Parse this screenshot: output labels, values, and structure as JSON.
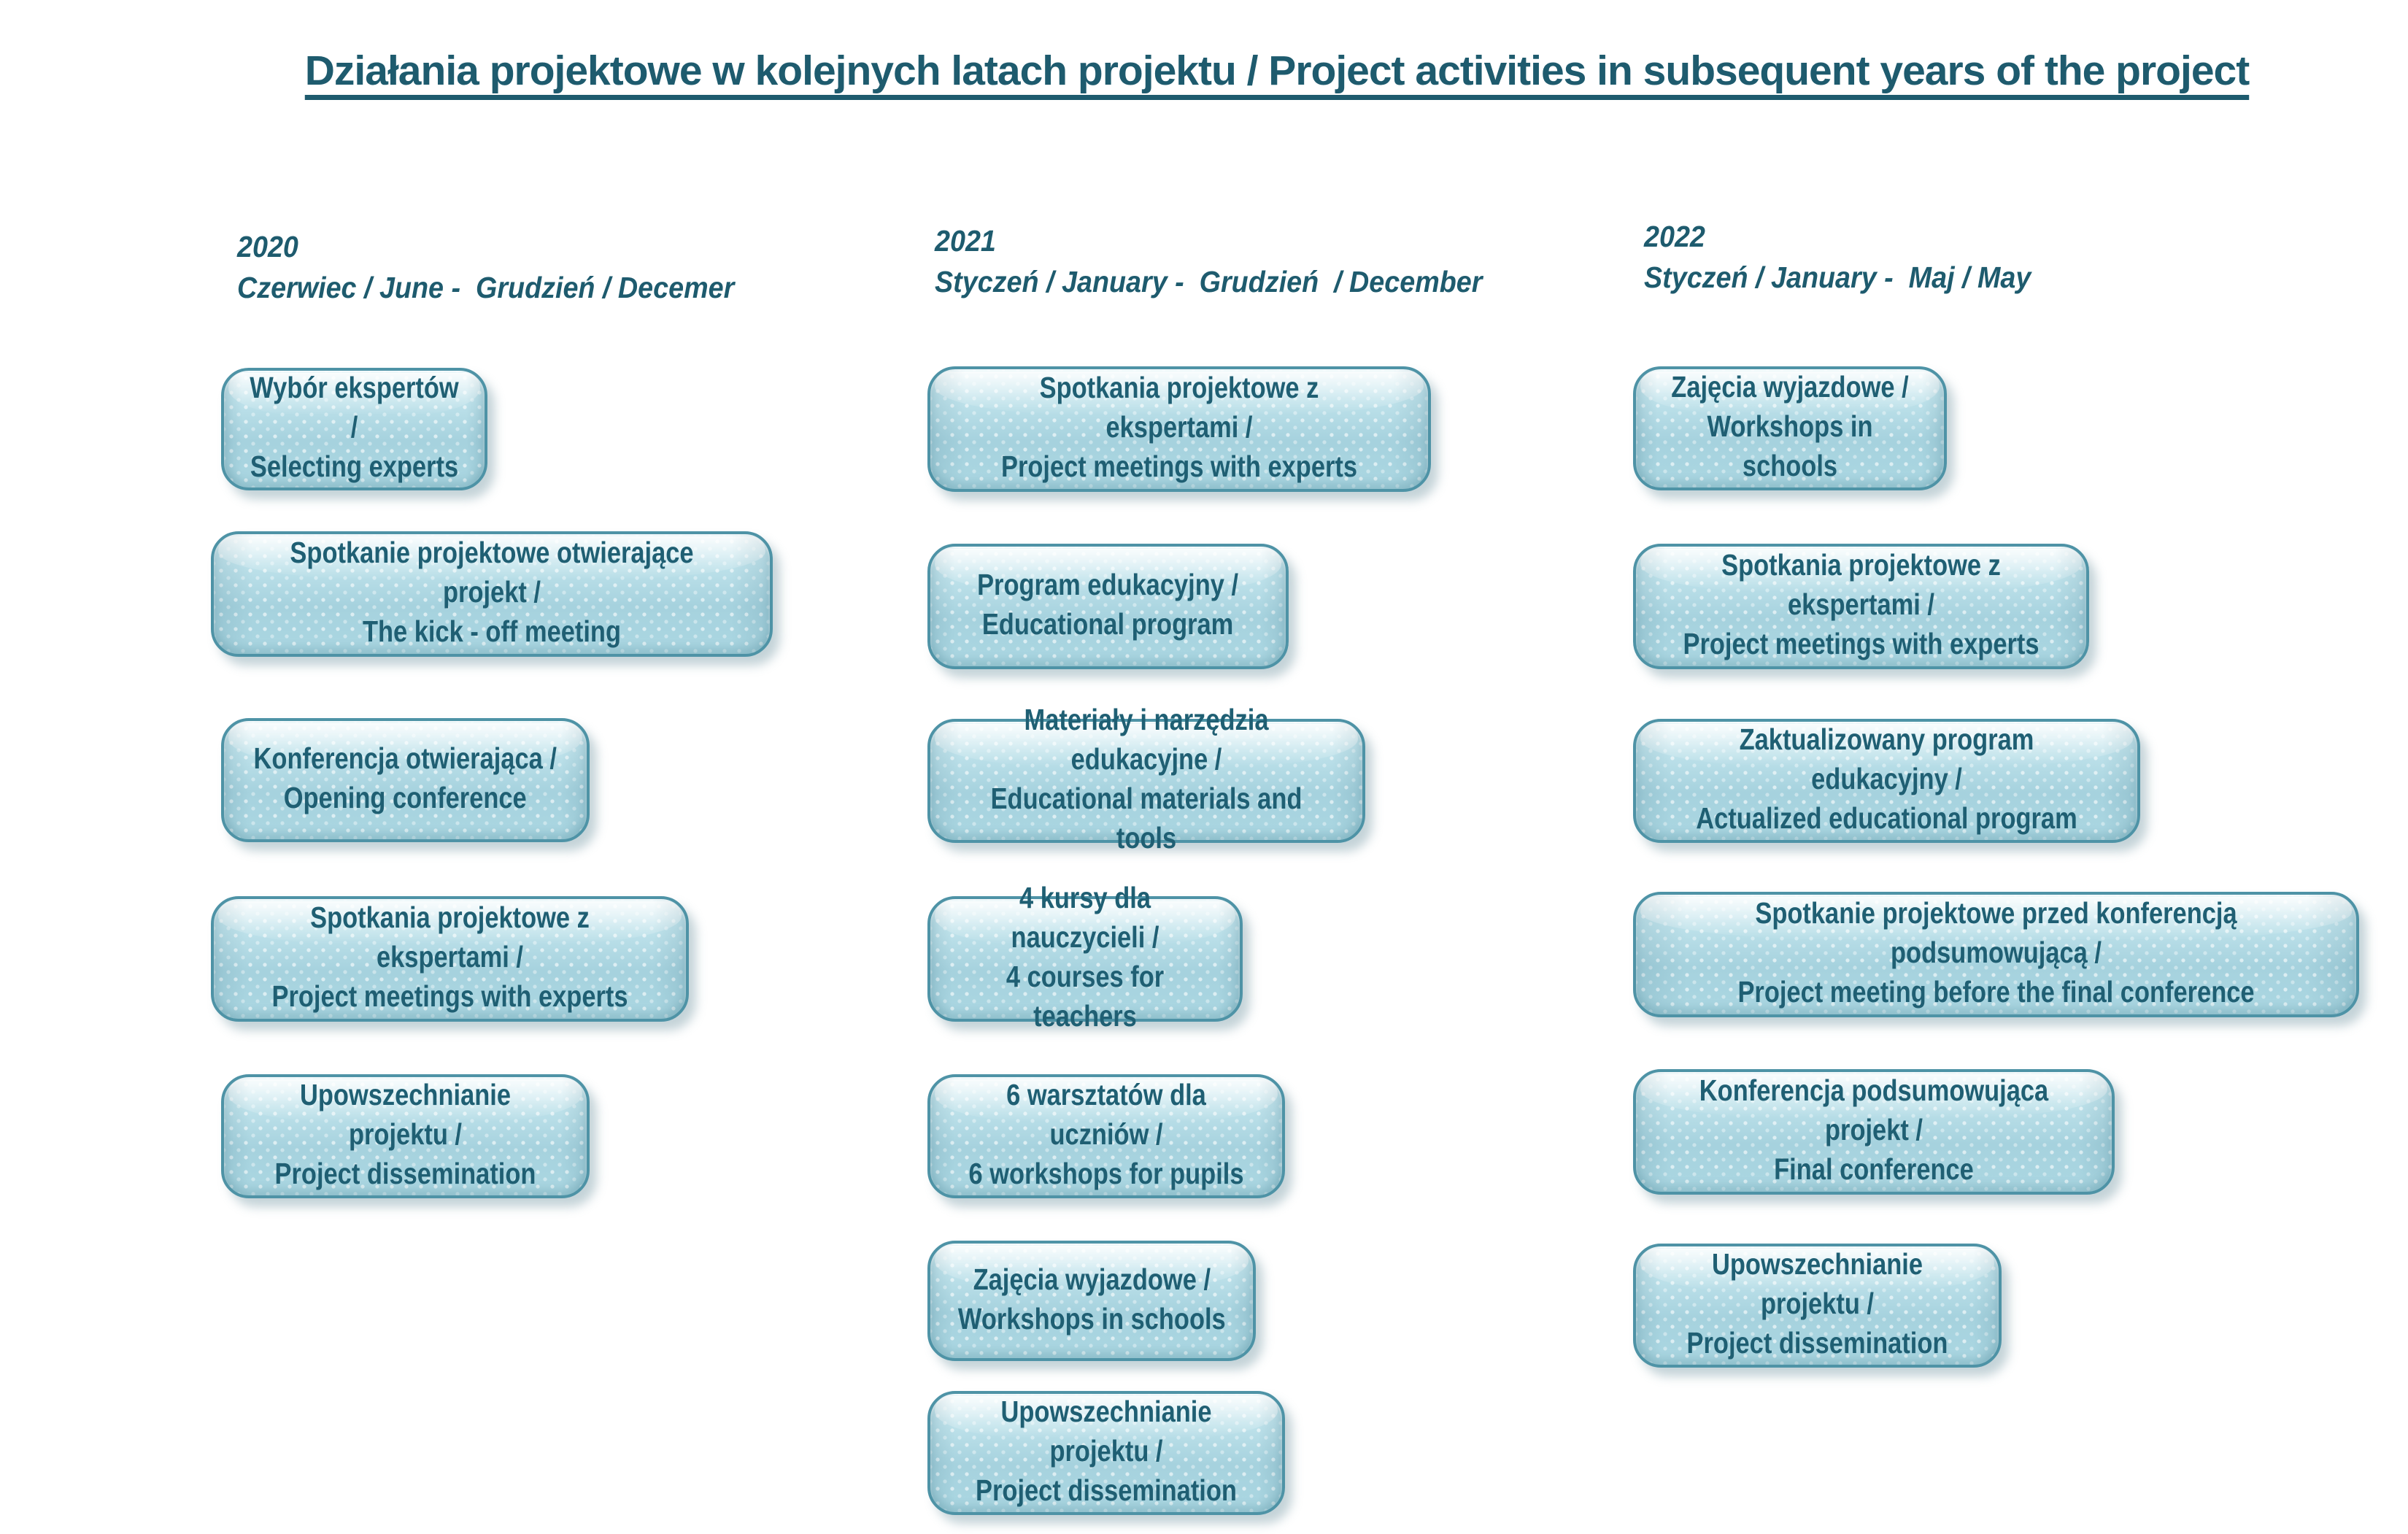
{
  "page": {
    "title": "Działania projektowe w kolejnych latach projektu / Project activities in subsequent years of the project"
  },
  "colors": {
    "heading_text": "#1E5B6E",
    "box_text": "#1F5F73",
    "box_fill": "#A9D6E2",
    "box_fill_highlight": "#D4EDF3",
    "box_border": "#4E93A6",
    "background": "#FFFFFF"
  },
  "columns": [
    {
      "year": "2020",
      "period": "Czerwiec / June -  Grudzień / Decemer",
      "boxes": [
        {
          "text": "Wybór ekspertów /\nSelecting experts"
        },
        {
          "text": "Spotkanie projektowe otwierające projekt /\nThe kick - off meeting"
        },
        {
          "text": "Konferencja otwierająca /\nOpening conference"
        },
        {
          "text": "Spotkania projektowe z ekspertami /\nProject meetings with experts"
        },
        {
          "text": "Upowszechnianie projektu /\nProject dissemination"
        }
      ]
    },
    {
      "year": "2021",
      "period": "Styczeń / January -  Grudzień  / December",
      "boxes": [
        {
          "text": "Spotkania projektowe z ekspertami /\nProject meetings with experts"
        },
        {
          "text": "Program edukacyjny /\nEducational program"
        },
        {
          "text": "Materiały i narzędzia edukacyjne /\nEducational materials and tools"
        },
        {
          "text": "4 kursy dla nauczycieli /\n4 courses for teachers"
        },
        {
          "text": "6 warsztatów dla uczniów /\n6 workshops for pupils"
        },
        {
          "text": "Zajęcia wyjazdowe /\nWorkshops in schools"
        },
        {
          "text": "Upowszechnianie projektu /\nProject dissemination"
        }
      ]
    },
    {
      "year": "2022",
      "period": "Styczeń / January -  Maj / May",
      "boxes": [
        {
          "text": "Zajęcia wyjazdowe /\nWorkshops in schools"
        },
        {
          "text": "Spotkania projektowe z ekspertami /\nProject meetings with experts"
        },
        {
          "text": "Zaktualizowany program edukacyjny /\nActualized educational program"
        },
        {
          "text": "Spotkanie projektowe przed konferencją podsumowującą /\nProject meeting before the final conference"
        },
        {
          "text": "Konferencja podsumowująca projekt /\nFinal conference"
        },
        {
          "text": "Upowszechnianie projektu /\nProject dissemination"
        }
      ]
    }
  ]
}
